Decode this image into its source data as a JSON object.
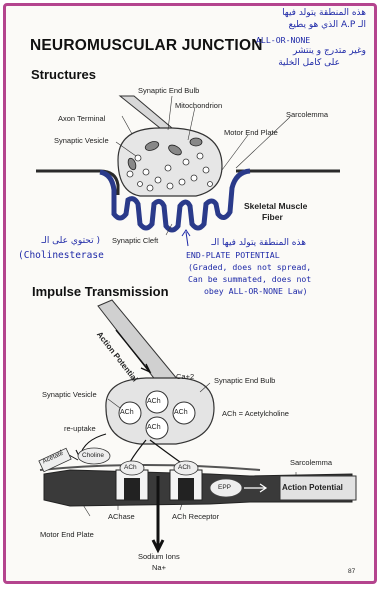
{
  "header": {
    "title": "NEUROMUSCULAR JUNCTION",
    "structures": "Structures",
    "impulse": "Impulse Transmission"
  },
  "structure_labels": {
    "synaptic_end_bulb": "Synaptic End Bulb",
    "axon_terminal": "Axon Terminal",
    "mitochondrion": "Mitochondrion",
    "sarcolemma": "Sarcolemma",
    "motor_end_plate": "Motor End Plate",
    "synaptic_vesicle": "Synaptic Vesicle",
    "skeletal_muscle_fiber_line1": "Skeletal Muscle",
    "skeletal_muscle_fiber_line2": "Fiber",
    "synaptic_cleft": "Synaptic Cleft"
  },
  "transmission_labels": {
    "action_potential": "Action Potential",
    "ca": "Ca+2",
    "synaptic_end_bulb": "Synaptic End Bulb",
    "synaptic_vesicle": "Synaptic Vesicle",
    "ach": "ACh",
    "ach_eq": "ACh = Acetylcholine",
    "reuptake": "re-uptake",
    "acetate": "Acetate",
    "choline": "Choline",
    "sarcolemma": "Sarcolemma",
    "action_potential_box": "Action Potential",
    "epp": "EPP",
    "achase": "AChase",
    "ach_receptor": "ACh Receptor",
    "motor_end_plate": "Motor End Plate",
    "sodium_ions": "Sodium Ions",
    "na": "Na+",
    "page_number": "87"
  },
  "handwritten": {
    "ar_line1": "هذه المنطقة يتولد فيها",
    "ar_line2": "الـ A.P الذي هو يطيع",
    "line3": "ALL-OR-NONE",
    "ar_line4": "وغير متدرج و ينتشر",
    "ar_line5": "على كامل الخلية",
    "cholinesterase_ar": "( تحتوي على الـ",
    "cholinesterase": "(Cholinesterase",
    "ar_epp": "هذه المنطقة يتولد فيها الـ",
    "epp1": "END-PLATE POTENTIAL",
    "epp2": "(Graded, does not spread,",
    "epp3": "Can be summated, does not",
    "epp4": "obey ALL-OR-NONE Law)"
  },
  "colors": {
    "frame": "#b4448e",
    "ink": "#1f2aa8",
    "membrane_blue": "#2a3a8a",
    "dark": "#2a2a2a"
  }
}
